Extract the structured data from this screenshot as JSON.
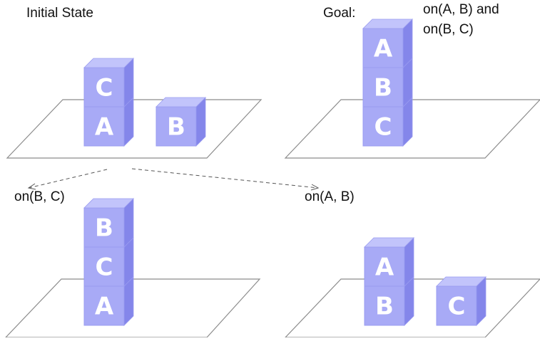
{
  "labels": {
    "initial": "Initial State",
    "goal": "Goal:",
    "goal_cond_1": "on(A, B) and",
    "goal_cond_2": "on(B, C)",
    "left_branch": "on(B, C)",
    "right_branch": "on(A, B)"
  },
  "scenes": {
    "initial": {
      "stacks": [
        [
          "A",
          "C"
        ],
        [
          "B"
        ]
      ]
    },
    "goal": {
      "stacks": [
        [
          "C",
          "B",
          "A"
        ]
      ]
    },
    "left_result": {
      "stacks": [
        [
          "A",
          "C",
          "B"
        ]
      ]
    },
    "right_result": {
      "stacks": [
        [
          "B",
          "A"
        ],
        [
          "C"
        ]
      ]
    }
  },
  "colors": {
    "block_front": "#a8aaf6",
    "block_top": "#c2c4fb",
    "block_side": "#8486ea",
    "block_stroke": "#9a9cf0",
    "table_stroke": "#8c8c8c",
    "arrow": "#555555"
  }
}
